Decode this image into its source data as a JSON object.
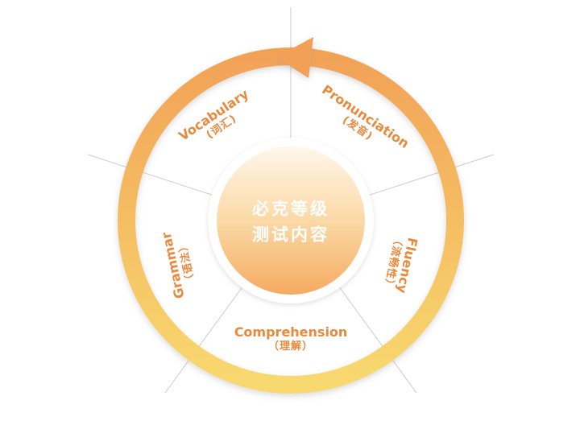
{
  "colors": {
    "label": "#E8893B",
    "ring_top": "#F2A257",
    "ring_bottom": "#F8D96F",
    "arrow": "#F1A055",
    "center_top": "#FEF7EA",
    "center_mid": "#FBD9A6",
    "center_bottom": "#F5AB62",
    "center_text": "#FFFFFF",
    "divider": "#CCCCCC"
  },
  "icons": {
    "arrow": "counterclockwise-arrow"
  },
  "center": {
    "line1": "必克等级",
    "line2": "测试内容"
  },
  "segments": [
    {
      "en": "Vocabulary",
      "zh": "(词汇)"
    },
    {
      "en": "Pronunciation",
      "zh": "(发音)"
    },
    {
      "en": "Fluency",
      "zh": "（流畅性）"
    },
    {
      "en": "Comprehension",
      "zh": "（理解）"
    },
    {
      "en": "Grammar",
      "zh": "（语法）"
    }
  ]
}
